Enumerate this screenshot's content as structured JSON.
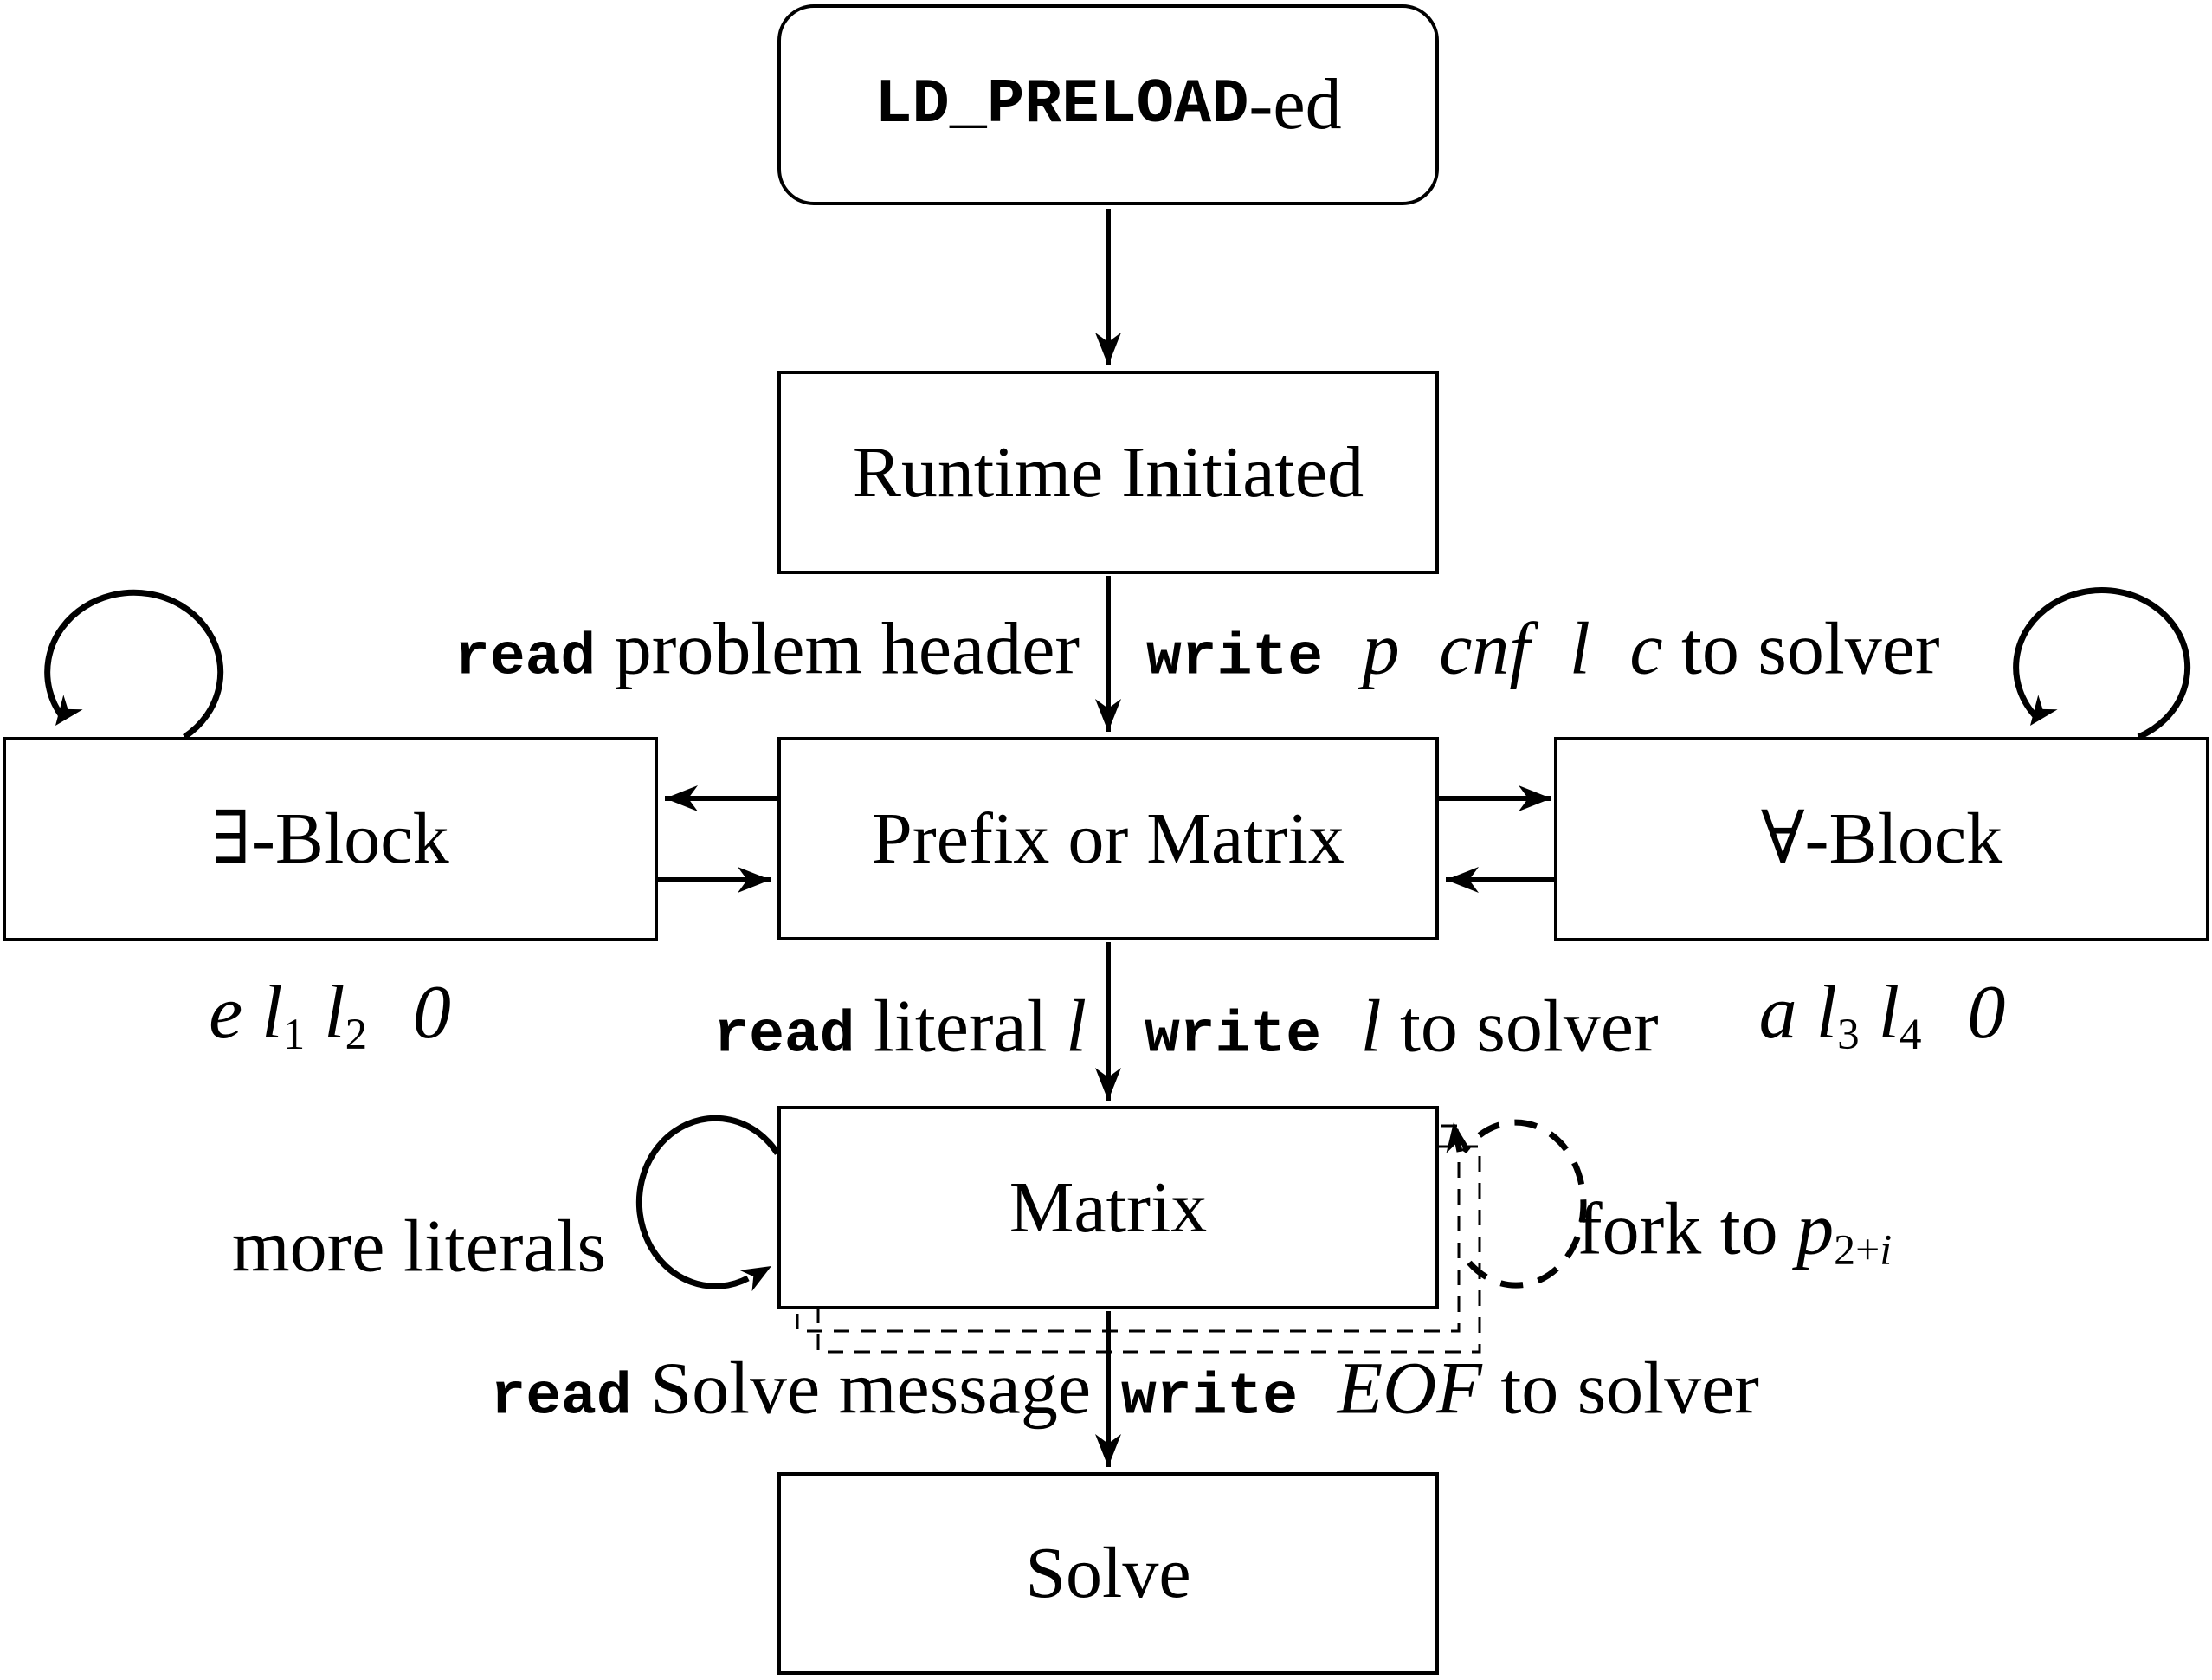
{
  "colors": {
    "ink": "#000000",
    "paper": "#ffffff"
  },
  "nodes": {
    "ld_preload": {
      "mono": "LD_PRELOAD",
      "suffix": "-ed"
    },
    "runtime": "Runtime Initiated",
    "exists_block": "∃-Block",
    "prefix_or_matrix": "Prefix or Matrix",
    "forall_block": "∀-Block",
    "matrix": "Matrix",
    "solve": "Solve"
  },
  "edge_labels": {
    "header": {
      "left_mono": "read",
      "left_rest": " problem header",
      "right_mono": "write",
      "right_math": " p cnf l c",
      "right_rest": " to solver"
    },
    "literal": {
      "left_mono": "read",
      "left_rest": " literal ",
      "left_math": "l",
      "right_mono": "write",
      "right_math": " l",
      "right_rest": " to solver"
    },
    "solve_msg": {
      "left_mono": "read",
      "left_rest": " Solve message",
      "right_mono": "write",
      "right_math": " EOF",
      "right_rest": " to solver"
    }
  },
  "captions": {
    "exists": {
      "v": "e",
      "l1": "l",
      "s1": "1",
      "l2": "l",
      "s2": "2",
      "z": "0"
    },
    "forall": {
      "v": "a",
      "l1": "l",
      "s1": "3",
      "l2": "l",
      "s2": "4",
      "z": "0"
    },
    "more_literals": "more literals",
    "fork": {
      "pre": "fork to ",
      "p": "p",
      "sub": "2+",
      "sub_i": "i"
    }
  }
}
